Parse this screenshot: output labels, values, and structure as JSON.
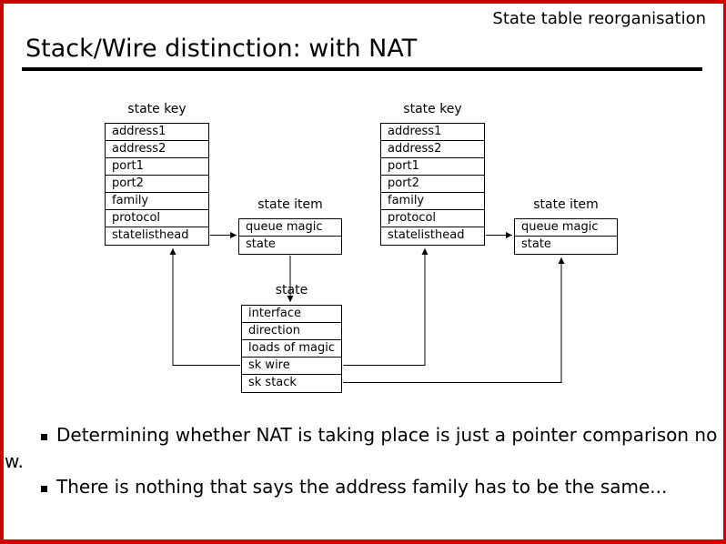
{
  "slide": {
    "corner_label": "State table reorganisation",
    "title": "Stack/Wire distinction: with NAT"
  },
  "diagram": {
    "state_key_left": {
      "label": "state key",
      "rows": [
        "address1",
        "address2",
        "port1",
        "port2",
        "family",
        "protocol",
        "statelisthead"
      ]
    },
    "state_item_left": {
      "label": "state item",
      "rows": [
        "queue magic",
        "state"
      ]
    },
    "state_key_right": {
      "label": "state key",
      "rows": [
        "address1",
        "address2",
        "port1",
        "port2",
        "family",
        "protocol",
        "statelisthead"
      ]
    },
    "state_item_right": {
      "label": "state item",
      "rows": [
        "queue magic",
        "state"
      ]
    },
    "state_struct": {
      "label": "state",
      "rows": [
        "interface",
        "direction",
        "loads of magic",
        "sk wire",
        "sk stack"
      ]
    }
  },
  "bullets": [
    {
      "lines": [
        "Determining whether NAT is taking place is just a pointer comparison no",
        "w."
      ]
    },
    {
      "lines": [
        "There is nothing that says the address family has to be the same..."
      ]
    }
  ],
  "colors": {
    "frame": "#cc0000",
    "text": "#000000",
    "background": "#ffffff"
  }
}
